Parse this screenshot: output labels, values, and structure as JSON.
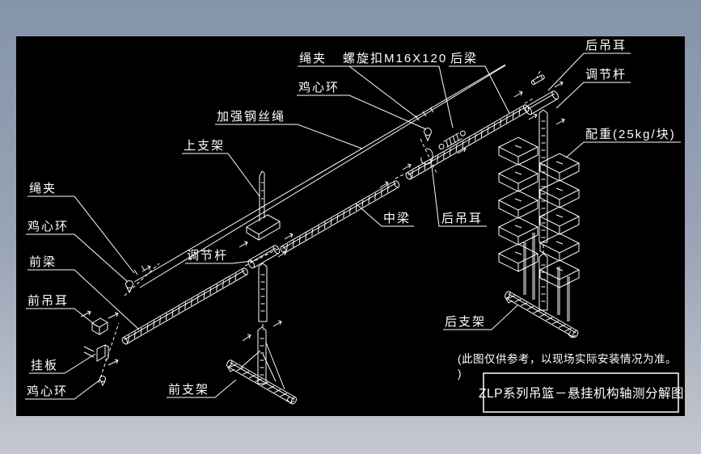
{
  "colors": {
    "canvas_bg": "#000000",
    "line": "#ffffff",
    "frame_top": "#8494a9",
    "frame_bottom": "#c4c8d1"
  },
  "labels": {
    "rope_clamp_top": "绳夹",
    "turnbuckle": "螺旋扣M16X120",
    "rear_beam": "后梁",
    "thimble_top": "鸡心环",
    "reinforced_wire_rope": "加强钢丝绳",
    "upper_bracket": "上支架",
    "rear_lug_top": "后吊耳",
    "adjust_rod_rear": "调节杆",
    "counterweight": "配重(25kg/块)",
    "rope_clamp_left": "绳夹",
    "thimble_left": "鸡心环",
    "front_beam": "前梁",
    "front_lug": "前吊耳",
    "hanging_plate": "挂板",
    "thimble_bottom": "鸡心环",
    "adjust_rod_front": "调节杆",
    "middle_beam": "中梁",
    "rear_lug_mid": "后吊耳",
    "front_support": "前支架",
    "rear_support": "后支架"
  },
  "note": {
    "line1": "(此图仅供参考，以现场实际安装情况为准。",
    "line2": ")"
  },
  "title_block": {
    "title": "ZLP系列吊篮－悬挂机构轴测分解图"
  }
}
